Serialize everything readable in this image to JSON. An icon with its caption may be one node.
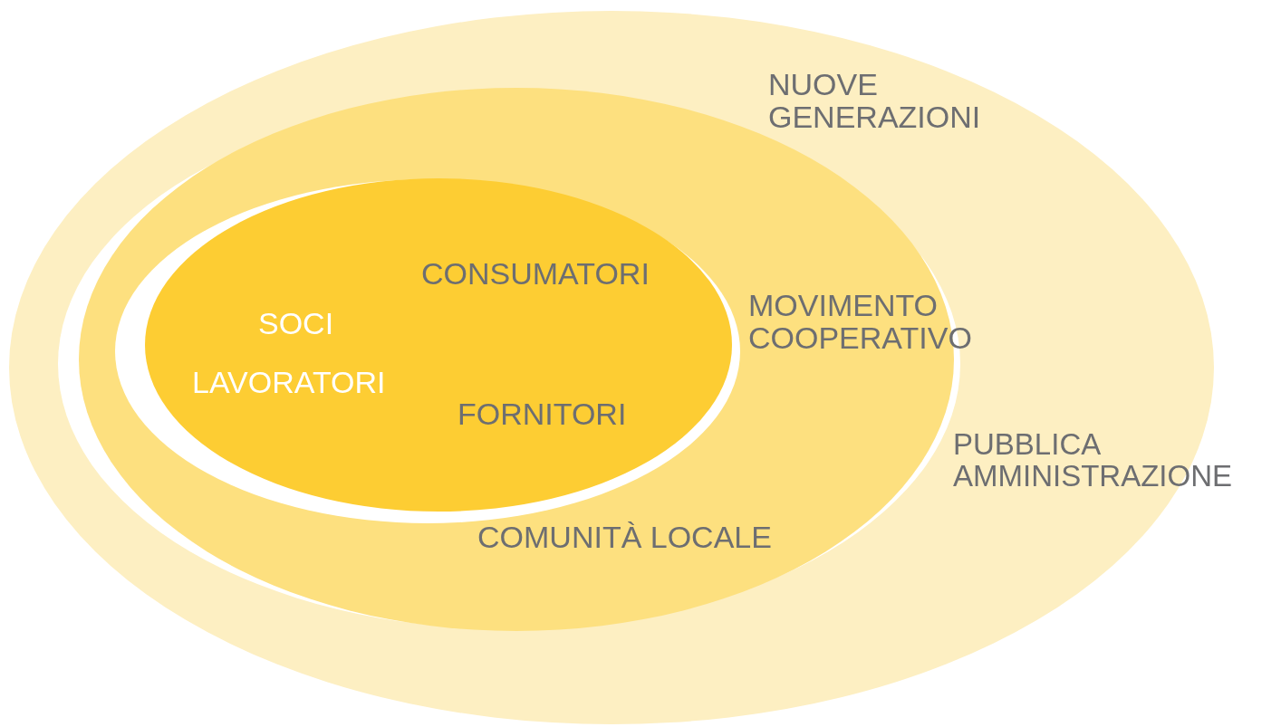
{
  "diagram": {
    "nodes": [
      {
        "text": [
          "NUOVE GENERAZIONI",
          "PUBBLICA AMMINISTRAZIONE"
        ]
      },
      {
        "text": [
          "MOVIMENTO COOPERATIVO",
          "COMUNITÀ LOCALE"
        ],
        "in": 0
      },
      {
        "text": [
          "SOCI",
          "LAVORATORI",
          "CONSUMATORI",
          "FORNITORI"
        ],
        "in": 1
      }
    ]
  }
}
